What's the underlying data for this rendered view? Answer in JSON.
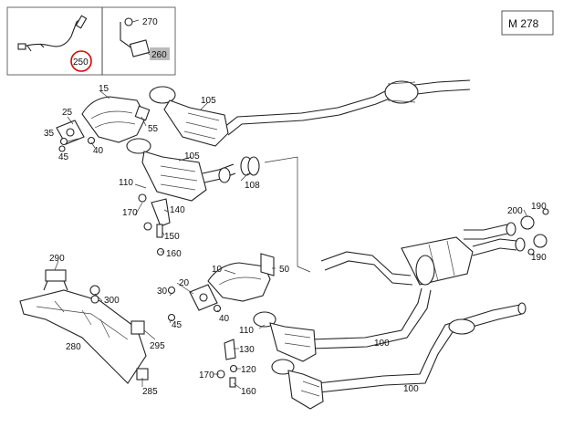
{
  "model_code": "M 278",
  "highlight_color": "#e00000",
  "callouts": {
    "c250": "250",
    "c270": "270",
    "c260": "260",
    "c15": "15",
    "c105a": "105",
    "c25": "25",
    "c55": "55",
    "c35": "35",
    "c40a": "40",
    "c45a": "45",
    "c105b": "105",
    "c108": "108",
    "c110a": "110",
    "c170a": "170",
    "c140": "140",
    "c150": "150",
    "c160a": "160",
    "c200": "200",
    "c190a": "190",
    "c190b": "190",
    "c290": "290",
    "c300": "300",
    "c280": "280",
    "c295": "295",
    "c285": "285",
    "c10": "10",
    "c50": "50",
    "c30": "30",
    "c20": "20",
    "c40b": "40",
    "c45b": "45",
    "c110b": "110",
    "c130": "130",
    "c170b": "170",
    "c120": "120",
    "c160b": "160",
    "c100a": "100",
    "c100b": "100"
  }
}
